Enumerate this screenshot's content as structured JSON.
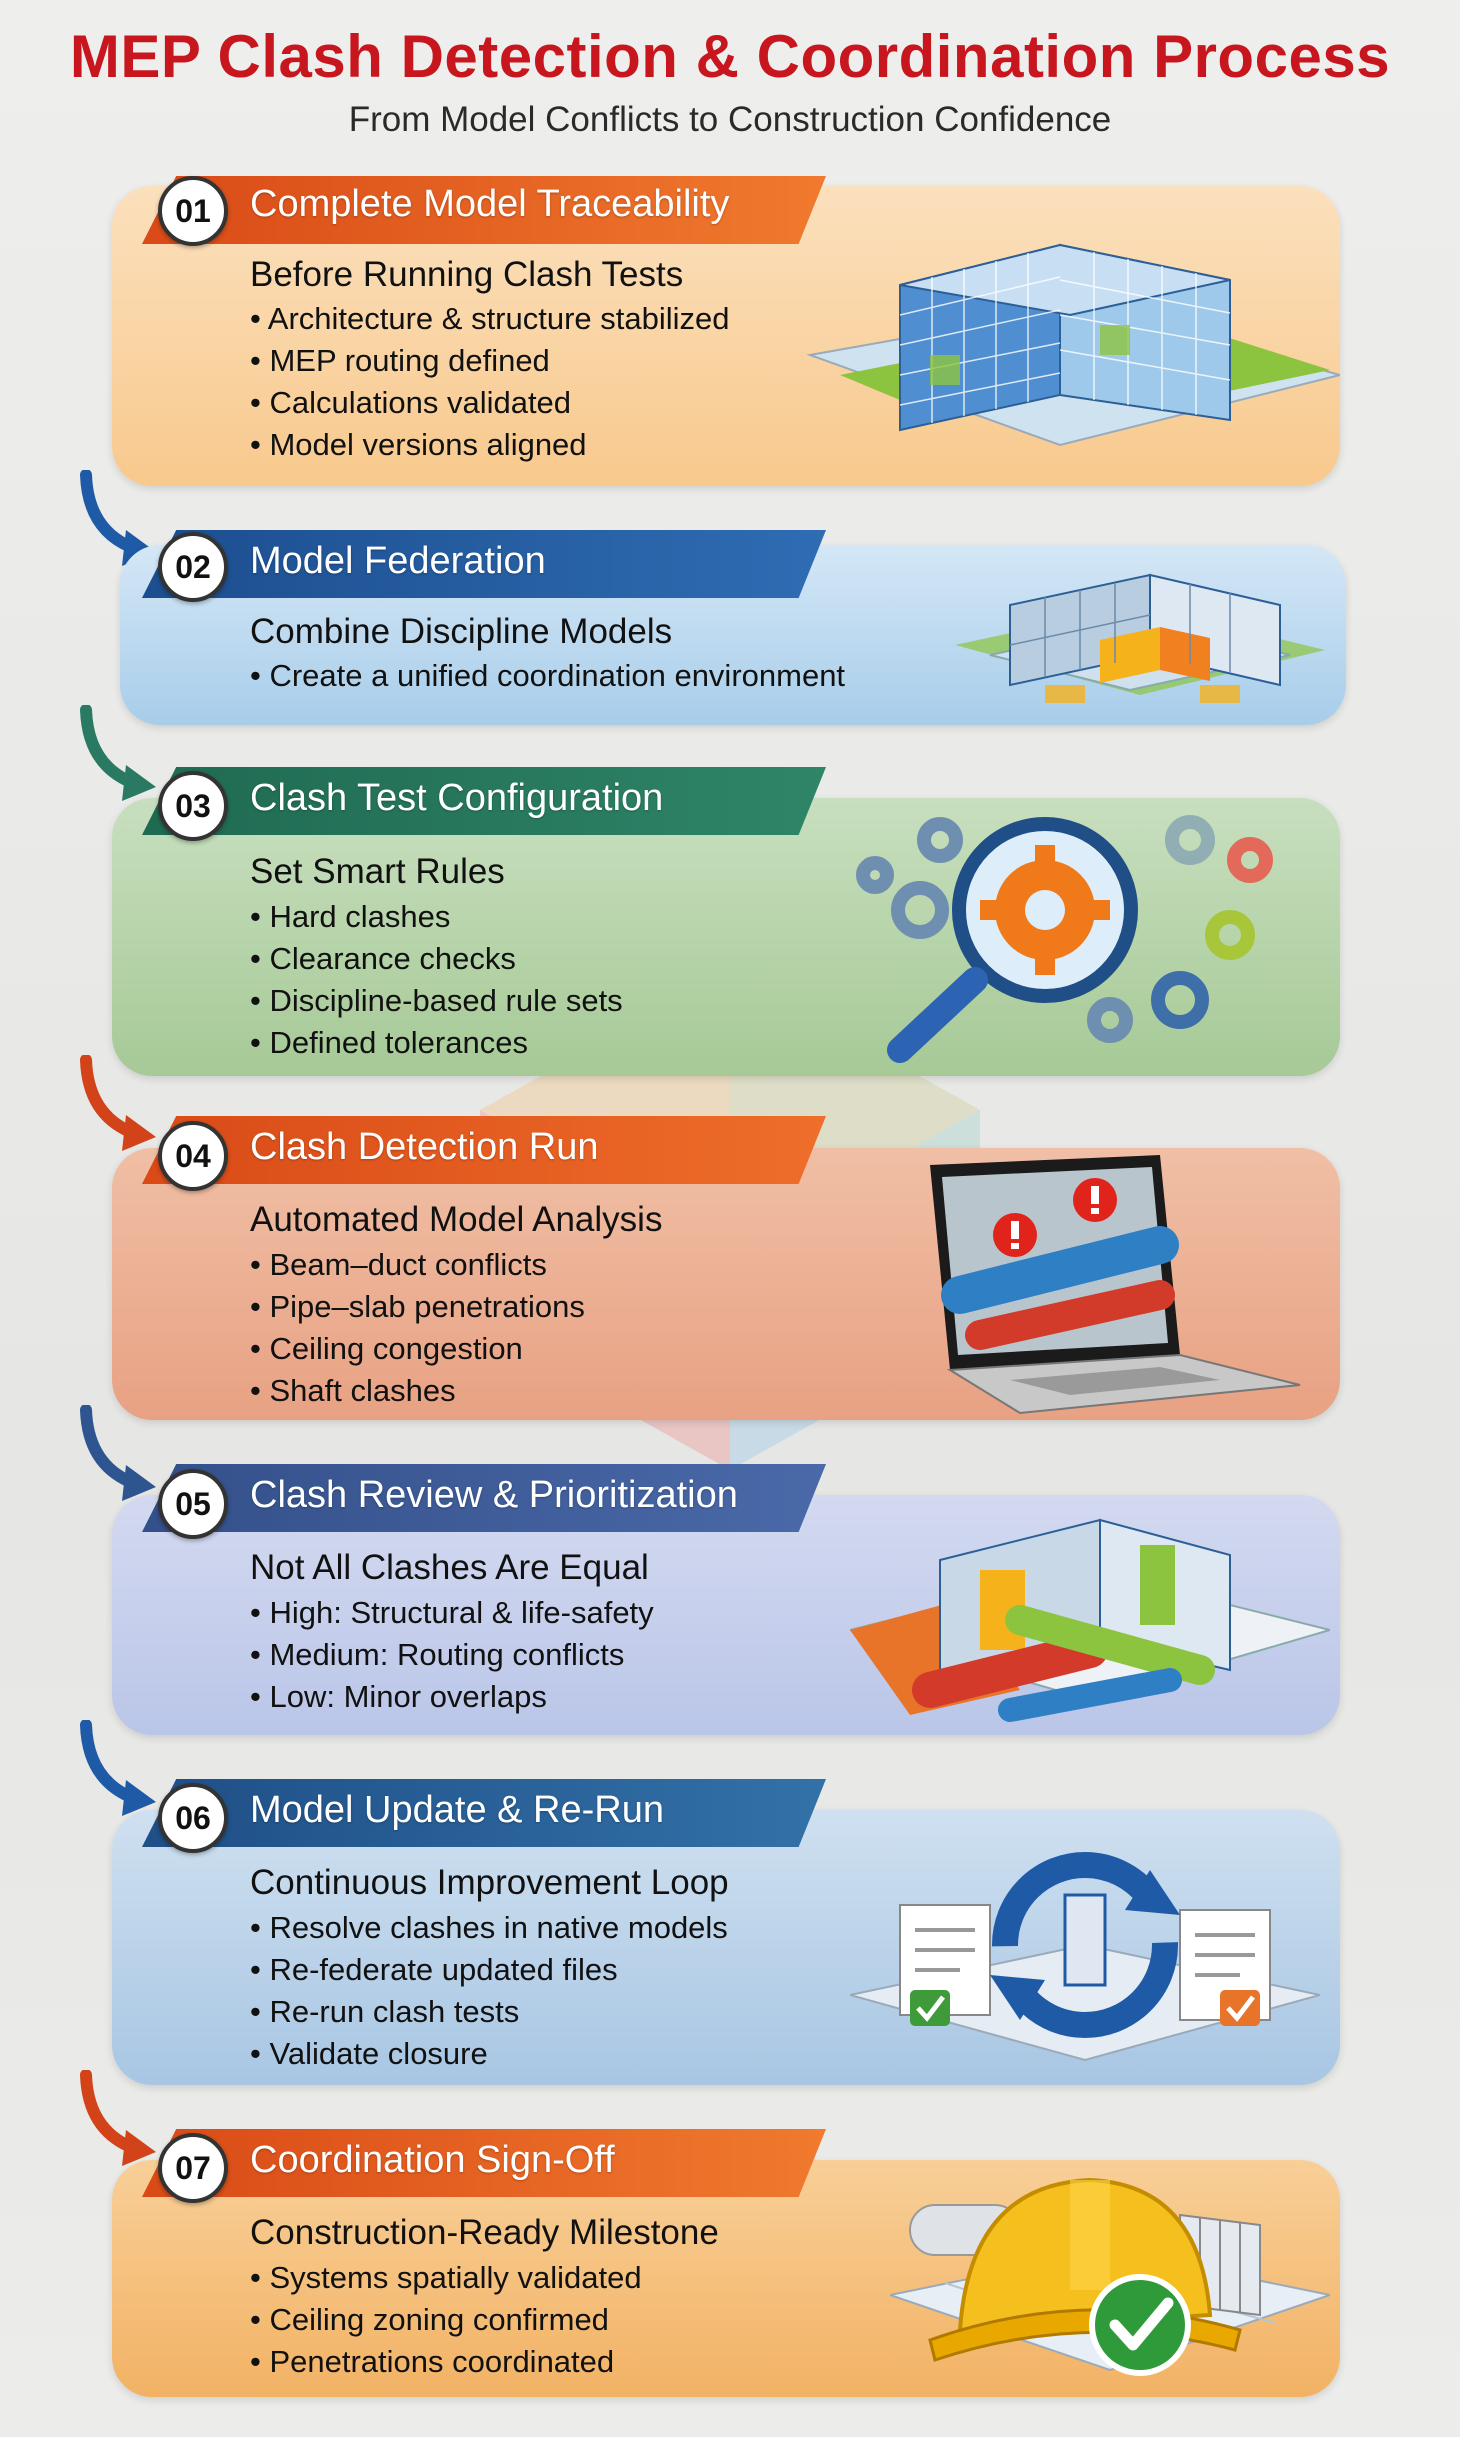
{
  "header": {
    "title": "MEP Clash Detection & Coordination Process",
    "subtitle": "From Model Conflicts to Construction Confidence"
  },
  "colors": {
    "title_red": "#c8161f",
    "orange": "#e8621e",
    "blue": "#2a5fa0",
    "green": "#2f7a5d",
    "slate_blue": "#3e5b93",
    "steel_blue": "#2d6496"
  },
  "steps": [
    {
      "number": "01",
      "title": "Complete Model Traceability",
      "subtitle": "Before Running Clash Tests",
      "bullets": [
        "Architecture & structure stabilized",
        "MEP routing defined",
        "Calculations validated",
        "Model versions aligned"
      ],
      "icon": "building-model-icon"
    },
    {
      "number": "02",
      "title": "Model Federation",
      "subtitle": "Combine Discipline Models",
      "bullets": [
        "Create a unified coordination environment"
      ],
      "icon": "federated-model-icon"
    },
    {
      "number": "03",
      "title": "Clash Test Configuration",
      "subtitle": "Set Smart Rules",
      "bullets": [
        "Hard clashes",
        "Clearance checks",
        "Discipline-based rule sets",
        "Defined tolerances"
      ],
      "icon": "magnifier-gear-icon"
    },
    {
      "number": "04",
      "title": "Clash Detection Run",
      "subtitle": "Automated Model Analysis",
      "bullets": [
        "Beam–duct conflicts",
        "Pipe–slab penetrations",
        "Ceiling congestion",
        "Shaft clashes"
      ],
      "icon": "laptop-clash-icon"
    },
    {
      "number": "05",
      "title": "Clash Review & Prioritization",
      "subtitle": "Not All Clashes Are Equal",
      "bullets": [
        "High: Structural & life-safety",
        "Medium: Routing conflicts",
        "Low: Minor overlaps"
      ],
      "icon": "pipe-clash-icon"
    },
    {
      "number": "06",
      "title": "Model Update & Re-Run",
      "subtitle": "Continuous Improvement Loop",
      "bullets": [
        "Resolve clashes in native models",
        "Re-federate updated files",
        "Re-run clash tests",
        "Validate closure"
      ],
      "icon": "update-loop-icon"
    },
    {
      "number": "07",
      "title": "Coordination Sign-Off",
      "subtitle": "Construction-Ready Milestone",
      "bullets": [
        "Systems spatially validated",
        "Ceiling zoning confirmed",
        "Penetrations coordinated"
      ],
      "icon": "hardhat-check-icon"
    }
  ]
}
